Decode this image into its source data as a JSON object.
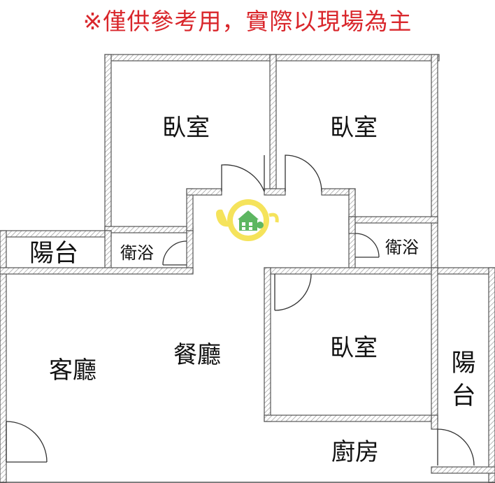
{
  "notice": "※僅供參考用，實際以現場為主",
  "colors": {
    "notice": "#d9262b",
    "wall": "#555555",
    "hatch": "#9a9a9a",
    "logo_body": "#f5e04a",
    "logo_house": "#4caf50"
  },
  "rooms": {
    "bedroom_1": "臥室",
    "bedroom_2": "臥室",
    "bedroom_3": "臥室",
    "bathroom_1": "衛浴",
    "bathroom_2": "衛浴",
    "balcony_1": "陽台",
    "balcony_2_line1": "陽",
    "balcony_2_line2": "台",
    "living_room": "客廳",
    "dining_room": "餐廳",
    "kitchen": "廚房"
  },
  "logo_icon": "house-in-teapot-icon"
}
